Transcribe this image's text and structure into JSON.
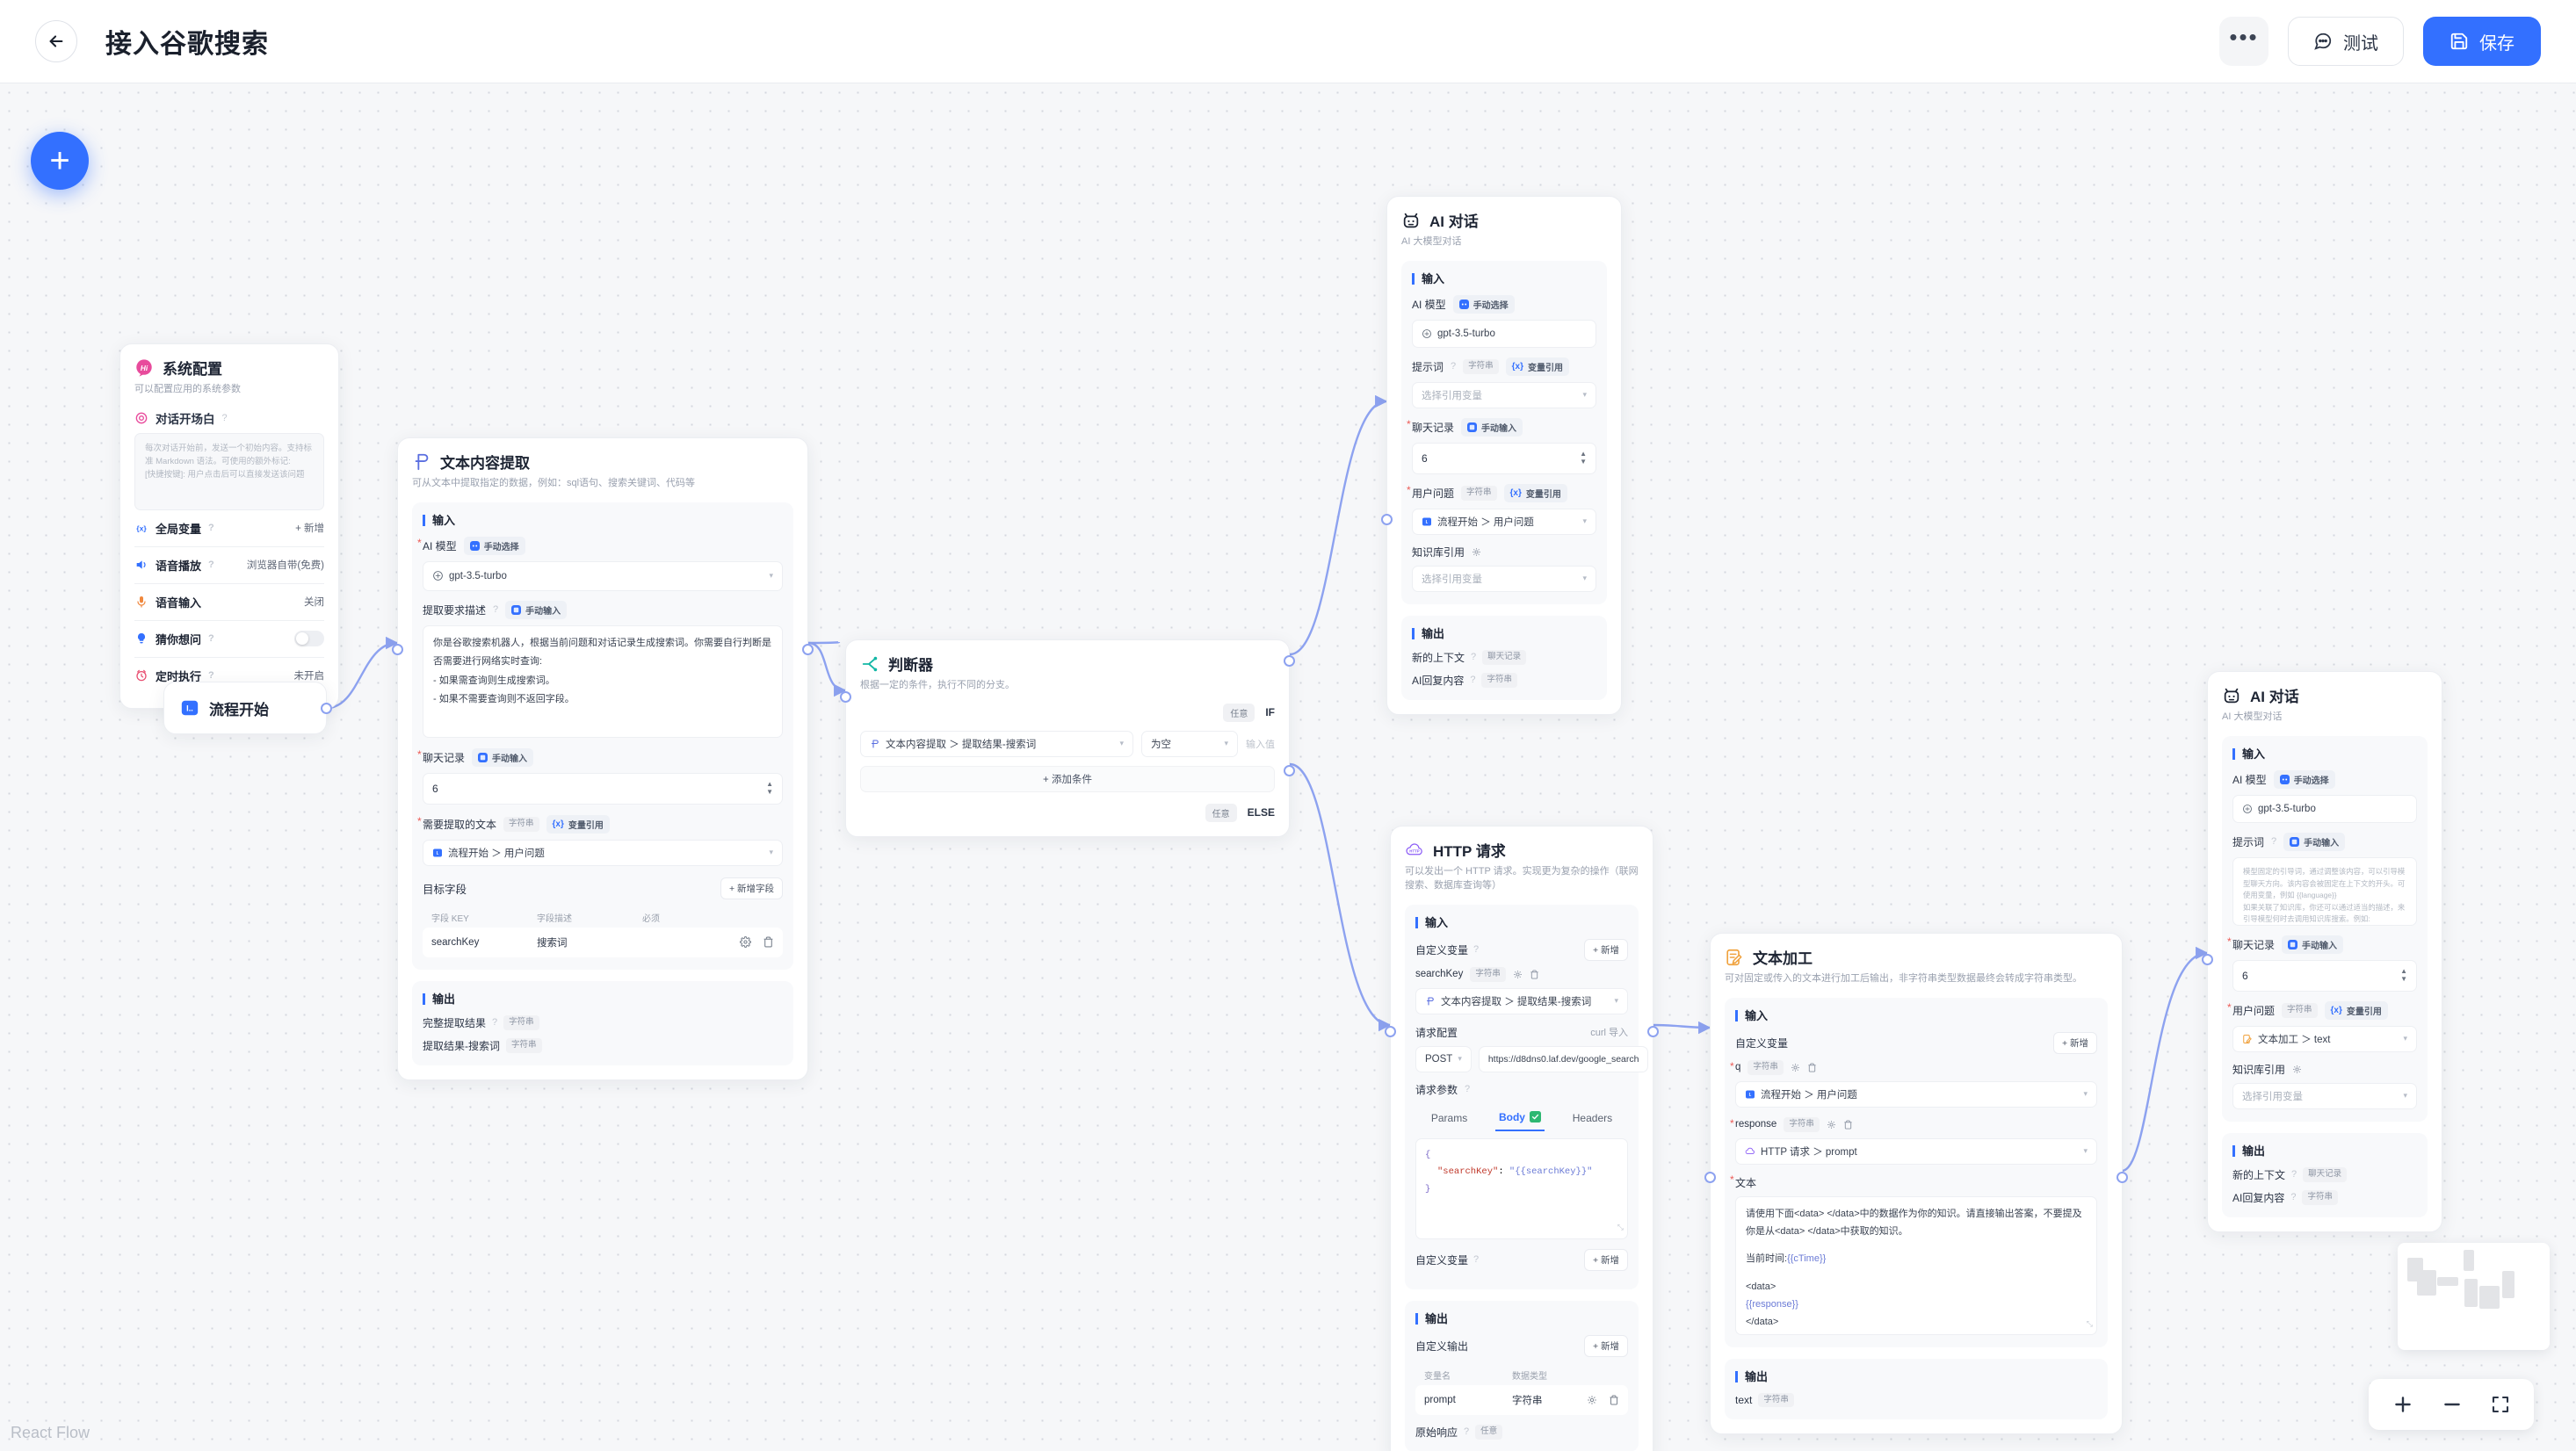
{
  "header": {
    "back_icon": "arrow-left-icon",
    "title": "接入谷歌搜索",
    "more_label": "•••",
    "test_label": "测试",
    "save_label": "保存",
    "accent": "#3370ff"
  },
  "canvas": {
    "add_node_label": "+",
    "watermark": "React Flow",
    "zoom_in_label": "+",
    "zoom_out_label": "−",
    "fit_view_label": "fit-view"
  },
  "common": {
    "input_section": "输入",
    "output_section": "输出",
    "manual_select": "手动选择",
    "manual_input": "手动输入",
    "var_ref": "变量引用",
    "type_string": "字符串",
    "type_chat": "聊天记录",
    "type_any": "任意",
    "placeholder_select_var": "选择引用变量",
    "add_label": "+ 新增",
    "help": "?"
  },
  "nodes": {
    "system_config": {
      "title": "系统配置",
      "subtitle": "可以配置应用的系统参数",
      "icon": "hi-badge-icon",
      "opening": {
        "label": "对话开场白",
        "placeholder": "每次对话开始前，发送一个初始内容。支持标准 Markdown 语法。可使用的额外标记:\n[快捷按键]: 用户点击后可以直接发送该问题"
      },
      "rows": [
        {
          "label": "全局变量",
          "icon": "variable-icon",
          "help": true,
          "value": "+ 新增",
          "kind": "action"
        },
        {
          "label": "语音播放",
          "icon": "speaker-icon",
          "help": true,
          "value": "浏览器自带(免费)",
          "kind": "text"
        },
        {
          "label": "语音输入",
          "icon": "mic-icon",
          "help": false,
          "value": "关闭",
          "kind": "text"
        },
        {
          "label": "猜你想问",
          "icon": "bulb-icon",
          "help": true,
          "value": "",
          "kind": "toggle"
        },
        {
          "label": "定时执行",
          "icon": "clock-icon",
          "help": true,
          "value": "未开启",
          "kind": "text"
        }
      ]
    },
    "flow_start": {
      "title": "流程开始",
      "icon": "start-icon"
    },
    "text_extract": {
      "title": "文本内容提取",
      "subtitle": "可从文本中提取指定的数据，例如：sql语句、搜索关键词、代码等",
      "icon": "extract-icon",
      "ai_model_label": "AI 模型",
      "ai_model_value": "gpt-3.5-turbo",
      "prompt_label": "提取要求描述",
      "prompt_value": "你是谷歌搜索机器人，根据当前问题和对话记录生成搜索词。你需要自行判断是否需要进行网络实时查询:\n- 如果需查询则生成搜索词。\n- 如果不需要查询则不返回字段。",
      "history_label": "聊天记录",
      "history_value": "6",
      "target_text_label": "需要提取的文本",
      "target_text_value": "流程开始 ＞ 用户问题",
      "fields_label": "目标字段",
      "add_field_label": "+ 新增字段",
      "columns": [
        "字段 KEY",
        "字段描述",
        "必须"
      ],
      "rows": [
        {
          "key": "searchKey",
          "desc": "搜索词"
        }
      ],
      "outputs": [
        {
          "label": "完整提取结果",
          "help": true,
          "tag": "字符串"
        },
        {
          "label": "提取结果-搜索词",
          "help": false,
          "tag": "字符串"
        }
      ]
    },
    "condition": {
      "title": "判断器",
      "subtitle": "根据一定的条件，执行不同的分支。",
      "icon": "branch-icon",
      "if_any": "任意",
      "if_label": "IF",
      "else_any": "任意",
      "else_label": "ELSE",
      "var_value": "文本内容提取 ＞ 提取结果-搜索词",
      "operator": "为空",
      "value_placeholder": "输入值",
      "add_condition": "+ 添加条件"
    },
    "ai_chat_top": {
      "title": "AI 对话",
      "subtitle": "AI 大模型对话",
      "icon": "robot-icon",
      "ai_model_label": "AI 模型",
      "ai_model_value": "gpt-3.5-turbo",
      "prompt_label": "提示词",
      "prompt_placeholder": "选择引用变量",
      "history_label": "聊天记录",
      "history_value": "6",
      "question_label": "用户问题",
      "question_value": "流程开始 ＞ 用户问题",
      "kb_label": "知识库引用",
      "kb_placeholder": "选择引用变量",
      "outputs": [
        {
          "label": "新的上下文",
          "help": true,
          "tag": "聊天记录"
        },
        {
          "label": "AI回复内容",
          "help": true,
          "tag": "字符串"
        }
      ]
    },
    "http_request": {
      "title": "HTTP 请求",
      "subtitle": "可以发出一个 HTTP 请求。实现更为复杂的操作（联网搜索、数据库查询等）",
      "icon": "http-icon",
      "custom_var_label": "自定义变量",
      "add_label": "+ 新增",
      "var_name": "searchKey",
      "var_type": "字符串",
      "var_value": "文本内容提取 ＞ 提取结果-搜索词",
      "req_config_label": "请求配置",
      "curl_import": "curl 导入",
      "method": "POST",
      "url": "https://d8dns0.laf.dev/google_search",
      "req_params_label": "请求参数",
      "tabs": [
        "Params",
        "Body",
        "Headers"
      ],
      "active_tab": "Body",
      "body_open": "{",
      "body_key": "\"searchKey\"",
      "body_sep": ": ",
      "body_val": "\"{{searchKey}}\"",
      "body_close": "}",
      "custom_var_label2": "自定义变量",
      "custom_output_label": "自定义输出",
      "columns": [
        "变量名",
        "数据类型"
      ],
      "rows": [
        {
          "name": "prompt",
          "type": "字符串"
        }
      ],
      "raw_response_label": "原始响应",
      "raw_response_tag": "任意"
    },
    "text_process": {
      "title": "文本加工",
      "subtitle": "可对固定或传入的文本进行加工后输出，非字符串类型数据最终会转成字符串类型。",
      "icon": "edit-doc-icon",
      "custom_var_label": "自定义变量",
      "add_label": "+ 新增",
      "vars": [
        {
          "name": "q",
          "type": "字符串",
          "value": "流程开始 ＞ 用户问题",
          "ref_icon": "start-icon"
        },
        {
          "name": "response",
          "type": "字符串",
          "value": "HTTP 请求 ＞ prompt",
          "ref_icon": "http-icon"
        }
      ],
      "text_label": "文本",
      "text_p1": "请使用下面<data> </data>中的数据作为你的知识。请直接输出答案，不要提及你是从<data> </data>中获取的知识。",
      "text_time_label": "当前时间:",
      "text_time_var": "{{cTime}}",
      "text_open": "<data>",
      "text_var": "{{response}}",
      "text_close": "</data>",
      "output_name": "text",
      "output_tag": "字符串"
    },
    "ai_chat_right": {
      "title": "AI 对话",
      "subtitle": "AI 大模型对话",
      "icon": "robot-icon",
      "ai_model_label": "AI 模型",
      "ai_model_value": "gpt-3.5-turbo",
      "prompt_label": "提示词",
      "prompt_placeholder": "模型固定的引导词，通过调整该内容，可以引导模型聊天方向。该内容会被固定在上下文的开头。可使用变量，例如 {{language}}\n如果关联了知识库，你还可以通过适当的描述，来引导模型何时去调用知识库搜索。例如:\n你是电影《星际穿越》的助手。当用户询问与《星际穿越》相关的内容时，请搜索知识库并结合搜索结果进行回答。",
      "history_label": "聊天记录",
      "history_value": "6",
      "question_label": "用户问题",
      "question_value": "文本加工 ＞ text",
      "kb_label": "知识库引用",
      "kb_placeholder": "选择引用变量",
      "outputs": [
        {
          "label": "新的上下文",
          "help": true,
          "tag": "聊天记录"
        },
        {
          "label": "AI回复内容",
          "help": true,
          "tag": "字符串"
        }
      ]
    }
  }
}
